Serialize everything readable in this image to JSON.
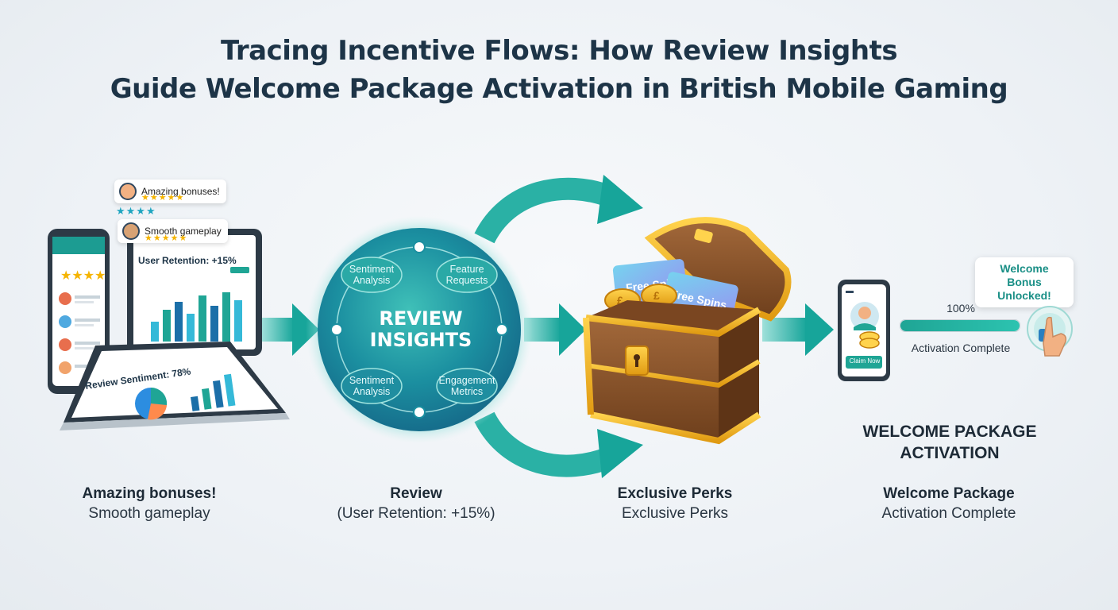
{
  "title": {
    "line1": "Tracing Incentive Flows: How Review Insights",
    "line2": "Guide Welcome Package Activation in British Mobile Gaming"
  },
  "colors": {
    "teal": "#1fa595",
    "navy": "#1d3447",
    "gold": "#f3b51c",
    "wood": "#8a5328"
  },
  "reviews_panel": {
    "chip1": {
      "text": "Amazing bonuses!",
      "stars": "★★★★★"
    },
    "chip2": {
      "text": "Smooth gameplay",
      "stars": "★★★★★"
    },
    "extra_stars": "★★★★",
    "tablet_heading": "User Retention: +15%",
    "laptop_heading": "Review Sentiment: 78%"
  },
  "insights_hub": {
    "core": "REVIEW INSIGHTS",
    "nodes": [
      "Sentiment Analysis",
      "Feature Requests",
      "Sentiment Analysis",
      "Engagement Metrics"
    ]
  },
  "perks": {
    "card1": "Free Spins",
    "card2": "Free Spins"
  },
  "activation": {
    "bubble": "Welcome Bonus Unlocked!",
    "percent_label": "100%",
    "progress_value": 1.0,
    "status": "Activation Complete",
    "phone_button": "Claim Now",
    "heading_line1": "WELCOME PACKAGE",
    "heading_line2": "ACTIVATION"
  },
  "captions": [
    {
      "bold": "Amazing bonuses!",
      "plain": "Smooth gameplay"
    },
    {
      "bold": "Review",
      "plain": "(User Retention: +15%)"
    },
    {
      "bold": "Exclusive Perks",
      "plain": "Exclusive Perks"
    },
    {
      "bold": "Welcome Package",
      "plain": "Activation Complete"
    }
  ]
}
